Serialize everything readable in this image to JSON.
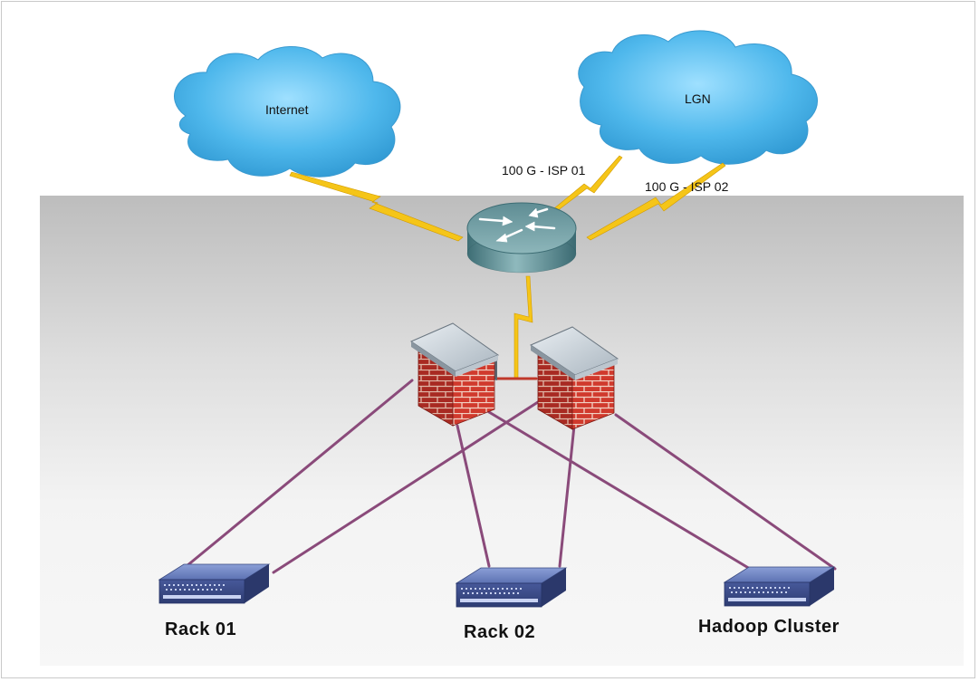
{
  "clouds": {
    "internet": {
      "label": "Internet"
    },
    "lgn": {
      "label": "LGN"
    }
  },
  "links": {
    "isp1": {
      "label": "100 G - ISP 01"
    },
    "isp2": {
      "label": "100 G - ISP 02"
    }
  },
  "nodes": {
    "rack01": {
      "label": "Rack 01"
    },
    "rack02": {
      "label": "Rack 02"
    },
    "hadoop": {
      "label": "Hadoop Cluster"
    }
  },
  "colors": {
    "cloud": "#4fb8ec",
    "lightning": "#f5c518",
    "firewall_brick": "#c8322a",
    "switch": "#4a5f9c",
    "cable": "#8a4a7a"
  }
}
